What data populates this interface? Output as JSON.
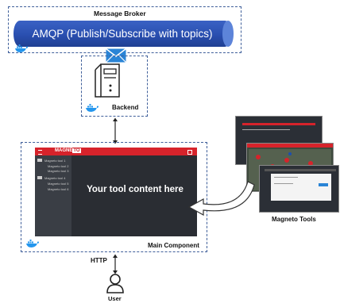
{
  "broker": {
    "title": "Message Broker",
    "amqp_label": "AMQP (Publish/Subscribe with topics)"
  },
  "backend": {
    "title": "Backend"
  },
  "main": {
    "title": "Main Component",
    "app_logo_a": "MAGNE",
    "app_logo_b": "TO",
    "tool_text": "Your tool content here",
    "sidebar_items": [
      "Magneto tool 1",
      "Magneto tool 2",
      "Magneto tool 3",
      "Magneto tool 4",
      "Magneto tool 5",
      "Magneto tool 6"
    ]
  },
  "tools": {
    "title": "Magneto Tools"
  },
  "connection": {
    "label": "HTTP"
  },
  "user": {
    "label": "User"
  },
  "colors": {
    "border": "#3f5f9a",
    "amqp": "#2a4fb0",
    "docker": "#2496ed",
    "app_red": "#d6232b",
    "app_dark": "#2a2d33"
  },
  "icons": [
    "docker-icon",
    "envelope-icon",
    "server-icon",
    "user-icon"
  ]
}
